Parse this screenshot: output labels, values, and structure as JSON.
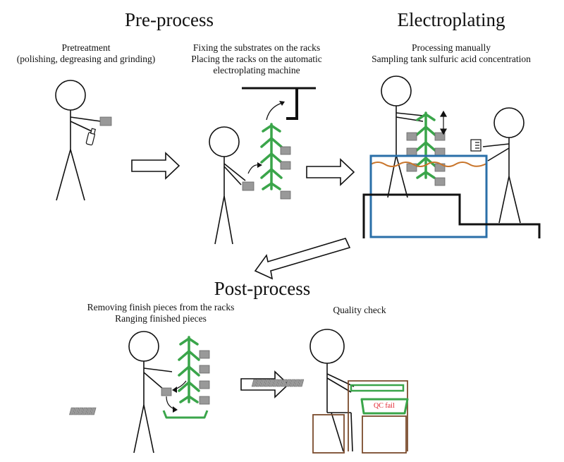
{
  "sections": {
    "pre_process": "Pre-process",
    "electroplating": "Electroplating",
    "post_process": "Post-process"
  },
  "steps": {
    "pretreatment": [
      "Pretreatment",
      "(polishing, degreasing and grinding)"
    ],
    "racking": [
      "Fixing the substrates on the racks",
      "Placing the racks on the automatic",
      "electroplating machine"
    ],
    "plating": [
      "Processing manually",
      "Sampling tank sulfuric acid concentration"
    ],
    "removing": [
      "Removing finish pieces from the racks",
      "Ranging finished pieces"
    ],
    "quality": [
      "Quality check"
    ]
  },
  "qc_fail_label": "QC fail",
  "colors": {
    "rack_green": "#3aa54a",
    "substrate_gray": "#999999",
    "tank_blue": "#2a6fa8",
    "liquid_orange": "#c8742a",
    "table_brown": "#7a4a2c",
    "qc_red": "#e0202a"
  },
  "icons": [
    "stick-figure",
    "rack",
    "substrate",
    "spray-bottle",
    "arrow",
    "tank",
    "tray",
    "table",
    "stool",
    "beaker"
  ]
}
